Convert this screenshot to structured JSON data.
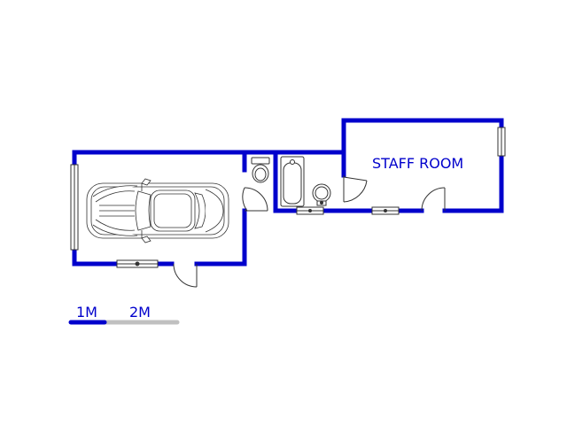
{
  "rooms": {
    "staff_room_label": "STAFF ROOM"
  },
  "scale_bar": {
    "label_1": "1M",
    "label_2": "2M"
  },
  "colors": {
    "wall": "#0000cc",
    "fixture_line": "#333333",
    "scale_grey": "#c0c0c0"
  }
}
